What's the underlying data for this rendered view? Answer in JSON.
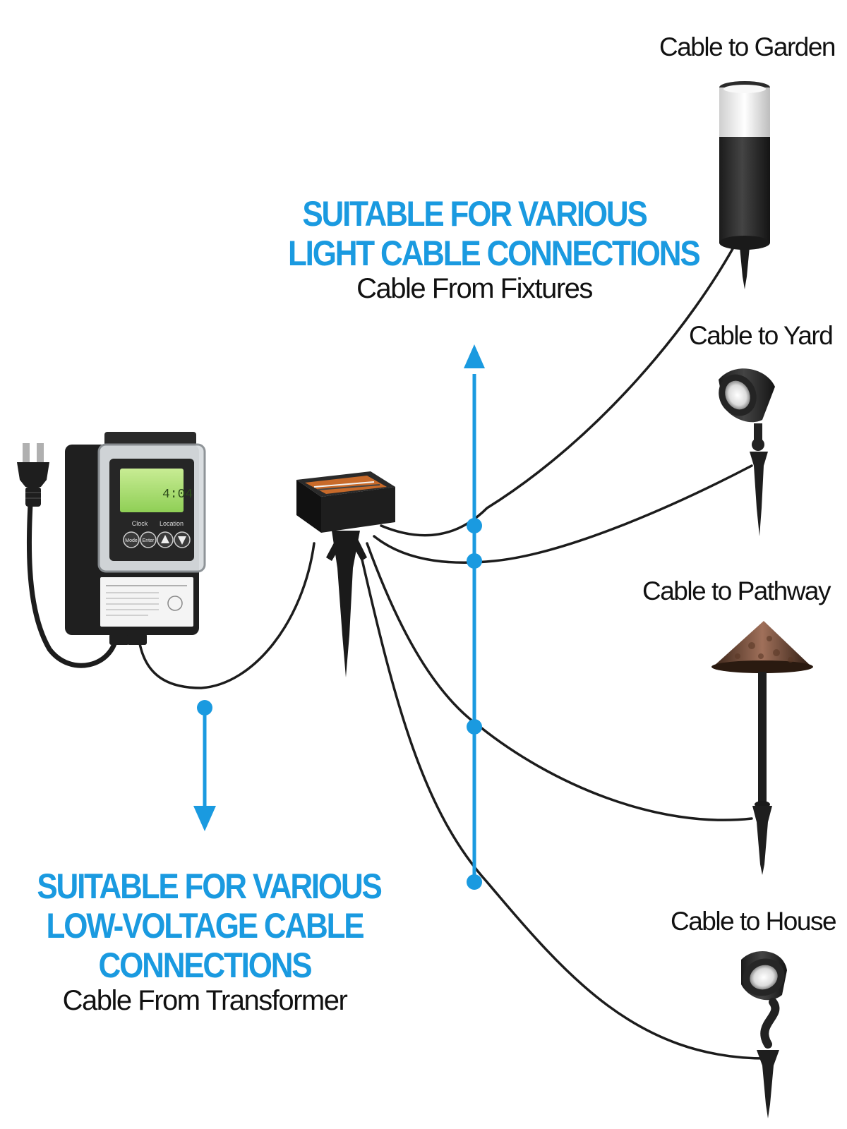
{
  "labels": {
    "garden": "Cable to Garden",
    "yard": "Cable to Yard",
    "pathway": "Cable to Pathway",
    "house": "Cable to House"
  },
  "top_callout": {
    "line1": "SUITABLE FOR VARIOUS",
    "line2": "LIGHT CABLE CONNECTIONS",
    "subtitle": "Cable From Fixtures"
  },
  "bottom_callout": {
    "line1": "SUITABLE FOR VARIOUS",
    "line2": "LOW-VOLTAGE CABLE",
    "line3": "CONNECTIONS",
    "subtitle": "Cable From Transformer"
  },
  "transformer": {
    "panel_labels": {
      "clock": "Clock",
      "location": "Location"
    },
    "buttons": {
      "mode": "Mode",
      "enter": "Enter"
    }
  },
  "colors": {
    "accent": "#1a9ae0",
    "cable": "#1c1c1c",
    "fixture_dark": "#2a2a2a",
    "screen": "#9fd66a"
  }
}
